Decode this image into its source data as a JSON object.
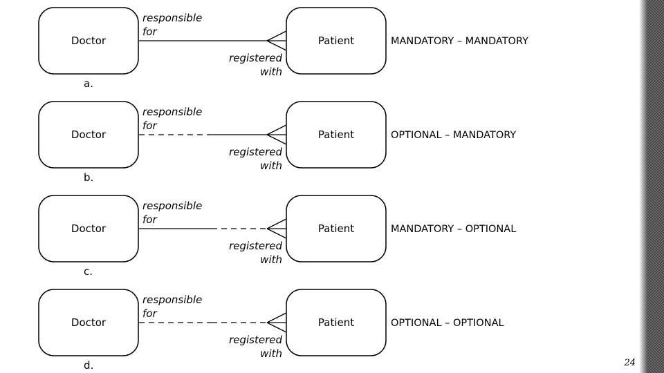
{
  "page_number": "24",
  "rows": [
    {
      "id": "a",
      "left_entity": "Doctor",
      "right_entity": "Patient",
      "role_top": [
        "responsible",
        "for"
      ],
      "role_bottom": [
        "registered",
        "with"
      ],
      "left_half": "solid",
      "right_half": "solid",
      "participation": "MANDATORY – MANDATORY",
      "letter": "a."
    },
    {
      "id": "b",
      "left_entity": "Doctor",
      "right_entity": "Patient",
      "role_top": [
        "responsible",
        "for"
      ],
      "role_bottom": [
        "registered",
        "with"
      ],
      "left_half": "dashed",
      "right_half": "solid",
      "participation": "OPTIONAL – MANDATORY",
      "letter": "b."
    },
    {
      "id": "c",
      "left_entity": "Doctor",
      "right_entity": "Patient",
      "role_top": [
        "responsible",
        "for"
      ],
      "role_bottom": [
        "registered",
        "with"
      ],
      "left_half": "solid",
      "right_half": "dashed",
      "participation": "MANDATORY – OPTIONAL",
      "letter": "c."
    },
    {
      "id": "d",
      "left_entity": "Doctor",
      "right_entity": "Patient",
      "role_top": [
        "responsible",
        "for"
      ],
      "role_bottom": [
        "registered",
        "with"
      ],
      "left_half": "dashed",
      "right_half": "dashed",
      "participation": "OPTIONAL – OPTIONAL",
      "letter": "d."
    }
  ]
}
